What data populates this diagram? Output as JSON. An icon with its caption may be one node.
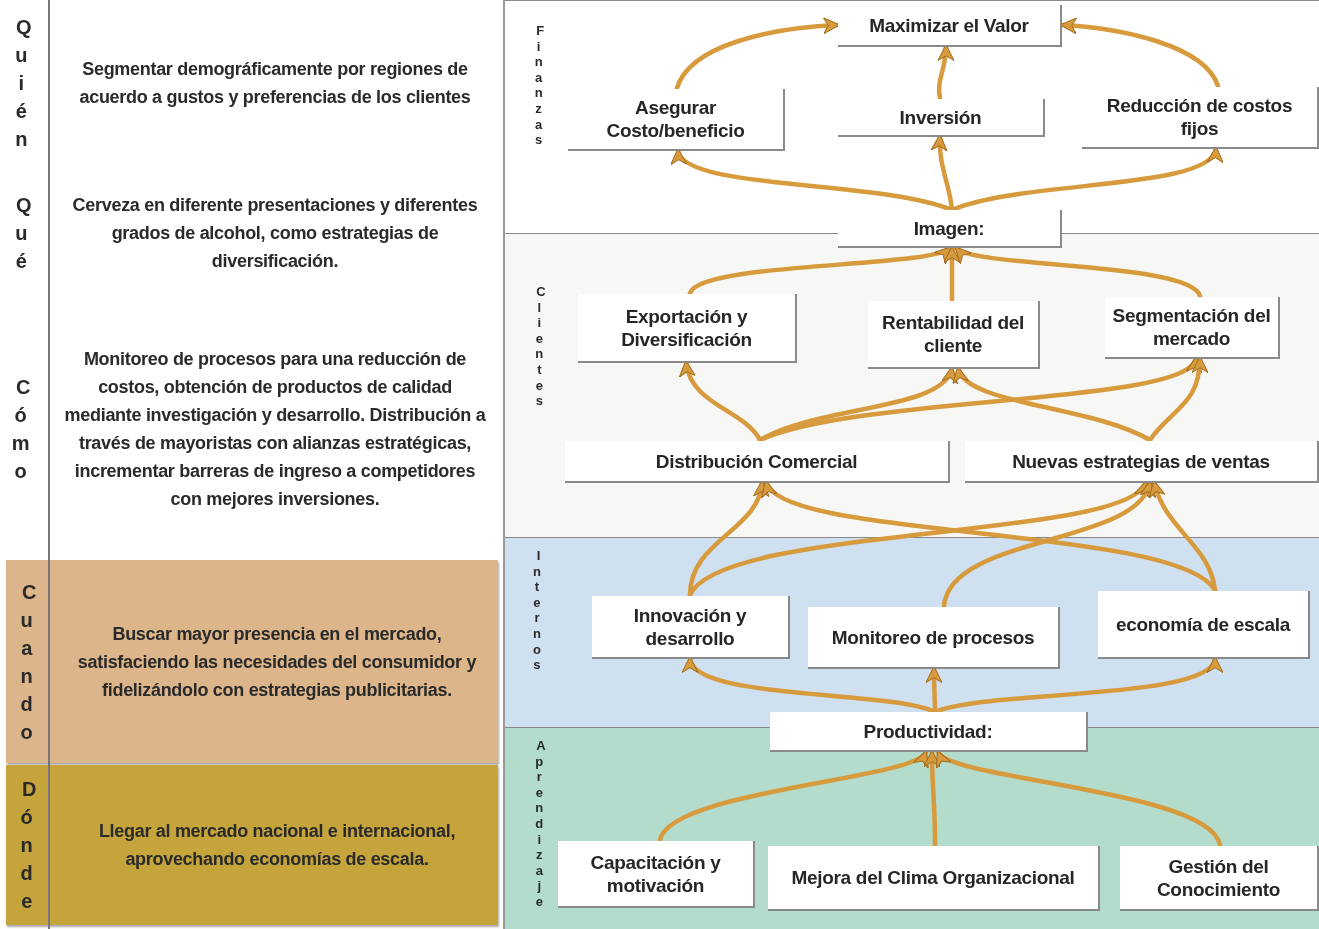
{
  "diagram": {
    "nodes": [
      {
        "text": [
          "Quién",
          "Segmentar demográficamente por regiones de acuerdo a gustos y preferencias de los clientes"
        ]
      },
      {
        "text": [
          "Qué",
          "Cerveza en diferente presentaciones y diferentes grados de alcohol, como estrategias de diversificación."
        ]
      },
      {
        "text": [
          "Cómo",
          "Monitoreo de procesos para una reducción de costos, obtención de productos de calidad mediante investigación y desarrollo. Distribución a través de mayoristas con alianzas estratégicas, incrementar barreras de ingreso a competidores con mejores inversiones."
        ]
      },
      {
        "text": [
          "Cuando",
          "Buscar mayor presencia en el mercado, satisfaciendo las necesidades del consumidor y fidelizándolo con estrategias publicitarias."
        ]
      },
      {
        "text": [
          "Dónde",
          "Llegar al mercado nacional e internacional, aprovechando economías de escala."
        ]
      },
      {
        "text": [
          "Finanzas"
        ]
      },
      {
        "text": [
          "Maximizar el Valor"
        ],
        "in": 5
      },
      {
        "text": [
          "Asegurar Costo/beneficio"
        ],
        "in": 5
      },
      {
        "text": [
          "Inversión"
        ],
        "in": 5
      },
      {
        "text": [
          "Reducción de costos fijos"
        ],
        "in": 5
      },
      {
        "text": [
          "Imagen:"
        ]
      },
      {
        "text": [
          "Clientes"
        ]
      },
      {
        "text": [
          "Exportación y Diversificación"
        ],
        "in": 11
      },
      {
        "text": [
          "Rentabilidad del cliente"
        ],
        "in": 11
      },
      {
        "text": [
          "Segmentación del mercado"
        ],
        "in": 11
      },
      {
        "text": [
          "Distribución Comercial"
        ],
        "in": 11
      },
      {
        "text": [
          "Nuevas estrategias de ventas"
        ],
        "in": 11
      },
      {
        "text": [
          "Internos"
        ]
      },
      {
        "text": [
          "Innovación y desarrollo"
        ],
        "in": 17
      },
      {
        "text": [
          "Monitoreo de procesos"
        ],
        "in": 17
      },
      {
        "text": [
          "economía de escala"
        ],
        "in": 17
      },
      {
        "text": [
          "Productividad:"
        ]
      },
      {
        "text": [
          "Aprendizaje"
        ]
      },
      {
        "text": [
          "Capacitación y motivación"
        ],
        "in": 22
      },
      {
        "text": [
          "Mejora del Clima Organizacional"
        ],
        "in": 22
      },
      {
        "text": [
          "Gestión del Conocimiento"
        ],
        "in": 22
      }
    ],
    "edges": [
      {
        "from": 7,
        "to": 6,
        "arrow": "to"
      },
      {
        "from": 8,
        "to": 6,
        "arrow": "to"
      },
      {
        "from": 9,
        "to": 6,
        "arrow": "to"
      },
      {
        "from": 10,
        "to": 7,
        "arrow": "to"
      },
      {
        "from": 10,
        "to": 8,
        "arrow": "to"
      },
      {
        "from": 10,
        "to": 9,
        "arrow": "to"
      },
      {
        "from": 12,
        "to": 10,
        "arrow": "to"
      },
      {
        "from": 13,
        "to": 10,
        "arrow": "to"
      },
      {
        "from": 14,
        "to": 10,
        "arrow": "to"
      },
      {
        "from": 15,
        "to": 12,
        "arrow": "to"
      },
      {
        "from": 15,
        "to": 13,
        "arrow": "to"
      },
      {
        "from": 15,
        "to": 14,
        "arrow": "to"
      },
      {
        "from": 16,
        "to": 13,
        "arrow": "to"
      },
      {
        "from": 16,
        "to": 14,
        "arrow": "to"
      },
      {
        "from": 18,
        "to": 15,
        "arrow": "to"
      },
      {
        "from": 18,
        "to": 16,
        "arrow": "to"
      },
      {
        "from": 19,
        "to": 16,
        "arrow": "to"
      },
      {
        "from": 20,
        "to": 16,
        "arrow": "to"
      },
      {
        "from": 20,
        "to": 15,
        "arrow": "to"
      },
      {
        "from": 21,
        "to": 18,
        "arrow": "to"
      },
      {
        "from": 21,
        "to": 19,
        "arrow": "to"
      },
      {
        "from": 21,
        "to": 20,
        "arrow": "to"
      },
      {
        "from": 23,
        "to": 21,
        "arrow": "to"
      },
      {
        "from": 24,
        "to": 21,
        "arrow": "to"
      },
      {
        "from": 25,
        "to": 21,
        "arrow": "to"
      }
    ]
  }
}
